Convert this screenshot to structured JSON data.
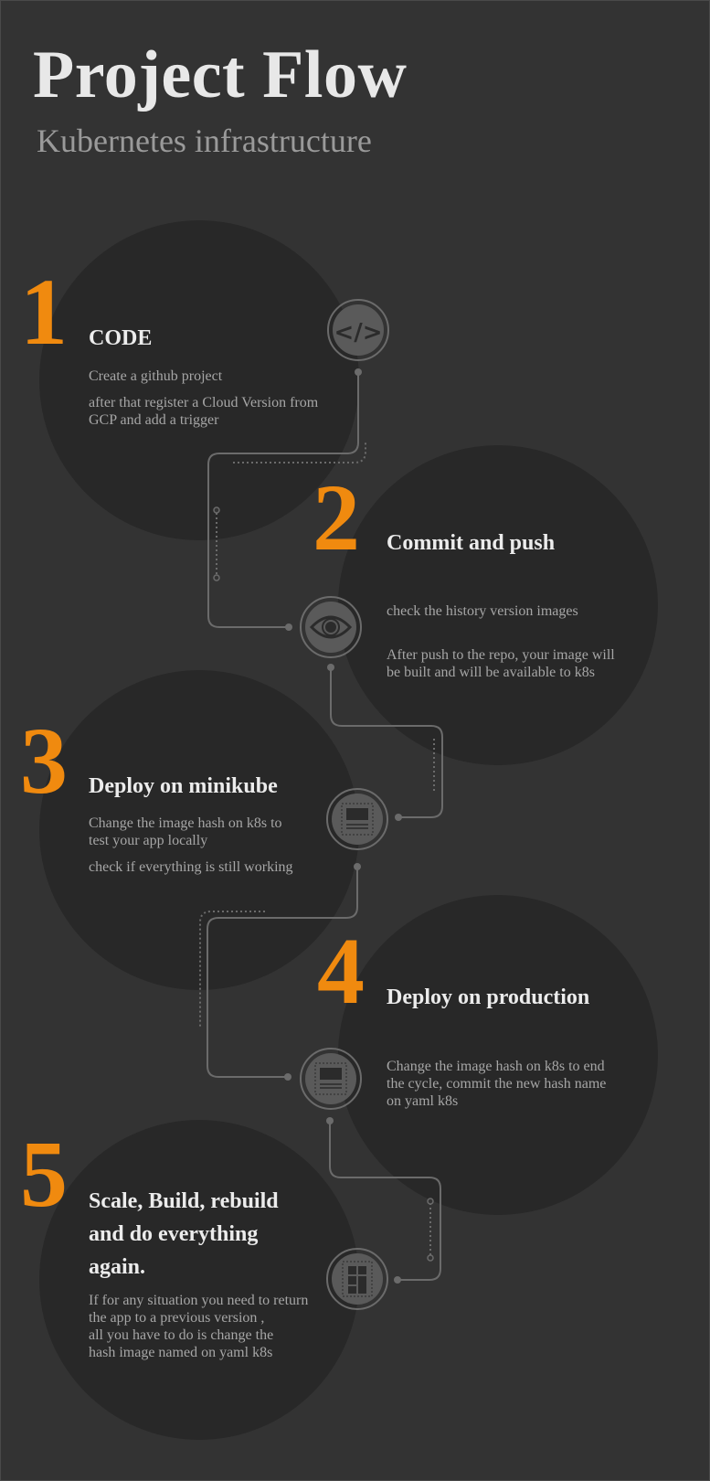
{
  "header": {
    "title": "Project Flow",
    "subtitle": "Kubernetes infrastructure"
  },
  "colors": {
    "background": "#333333",
    "circle": "#282828",
    "accent": "#f08a0f",
    "connector": "#6b6b6b",
    "icon_fill": "#5a5a5a"
  },
  "steps": [
    {
      "number": "1",
      "title": "CODE",
      "icon": "code-icon",
      "lines": [
        "Create a github project",
        "after that  register a Cloud Version from\nGCP and add a trigger"
      ]
    },
    {
      "number": "2",
      "title": "Commit and push",
      "icon": "eye-icon",
      "lines": [
        "check the history version images",
        "After push to the repo, your image will\nbe built and will be available to k8s"
      ]
    },
    {
      "number": "3",
      "title": "Deploy on minikube",
      "icon": "window-icon",
      "lines": [
        "Change the image hash on k8s to\ntest your app locally",
        "check if everything is still working"
      ]
    },
    {
      "number": "4",
      "title": "Deploy on production",
      "icon": "window-icon",
      "lines": [
        "Change the image hash on k8s to end\nthe cycle, commit the new hash name\non yaml k8s"
      ]
    },
    {
      "number": "5",
      "title": "Scale, Build,  rebuild and do everything again.",
      "icon": "grid-layout-icon",
      "lines": [
        "If  for any situation you need to return\nthe app to a previous version ,\n all you have to do is  change the\n hash image named on  yaml k8s"
      ]
    }
  ]
}
